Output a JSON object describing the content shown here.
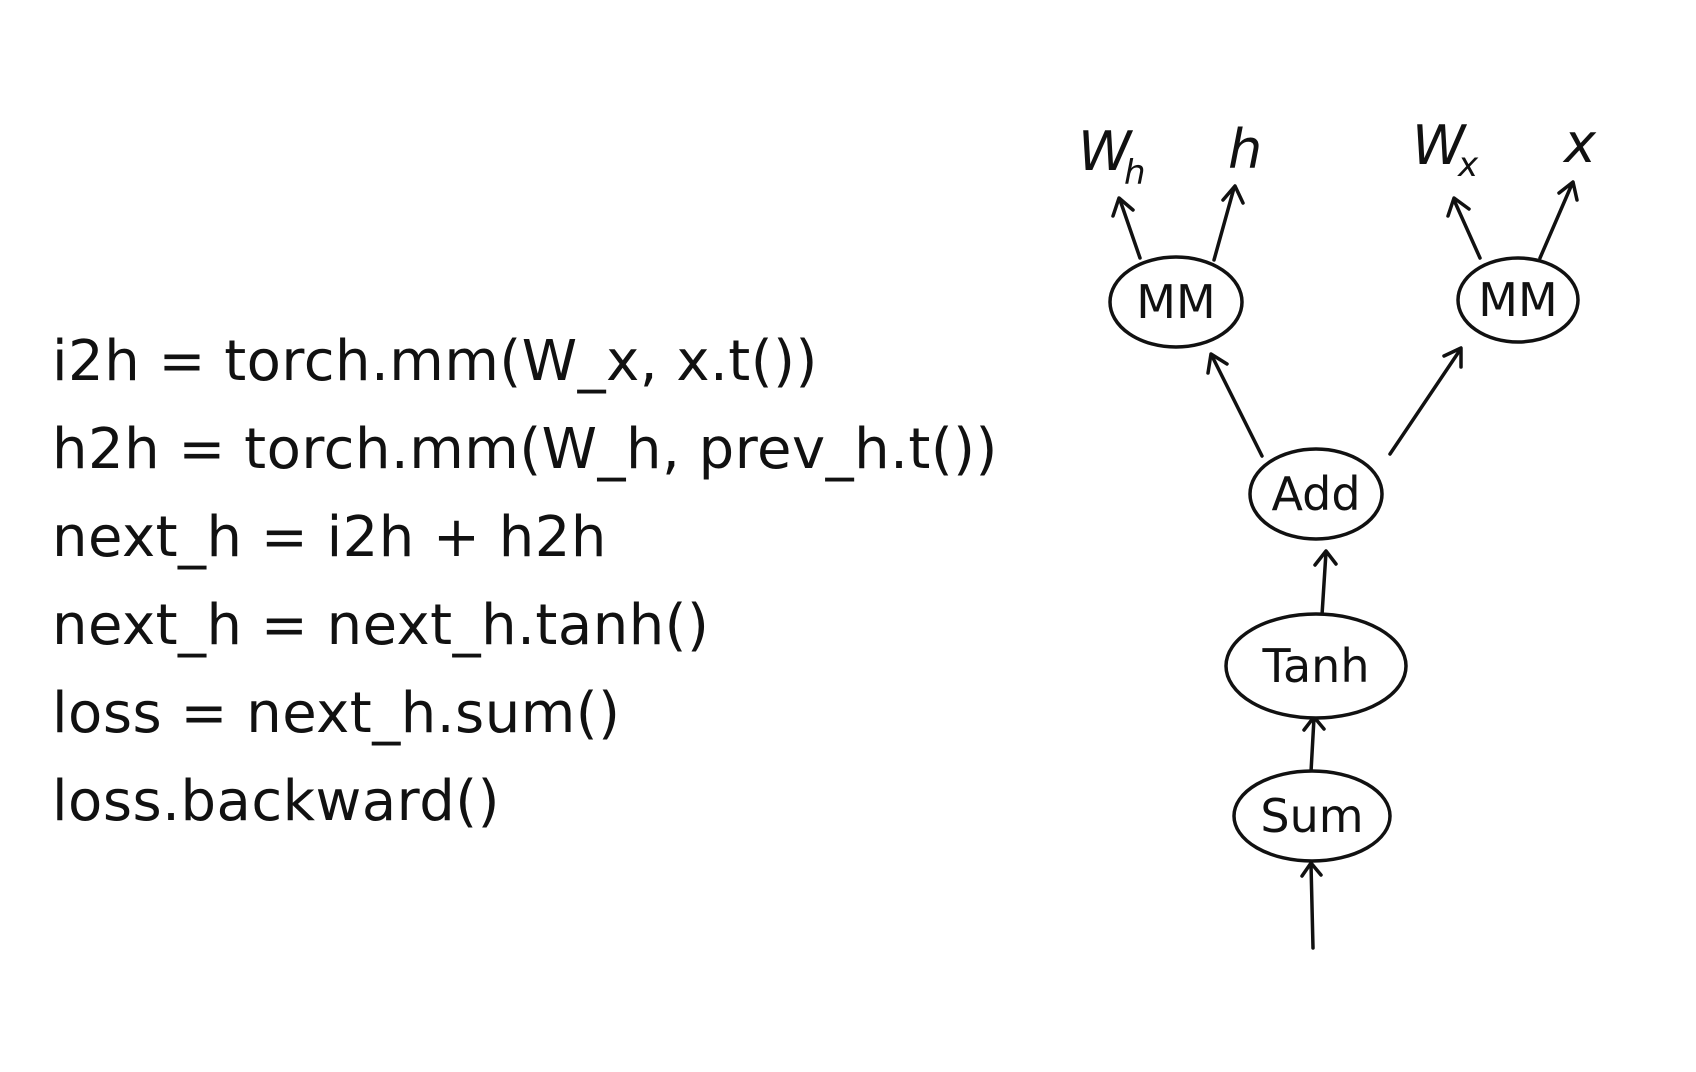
{
  "code": {
    "lines": [
      "i2h = torch.mm(W_x, x.t())",
      "h2h = torch.mm(W_h, prev_h.t())",
      "next_h = i2h + h2h",
      "next_h = next_h.tanh()",
      "loss = next_h.sum()",
      "loss.backward()"
    ]
  },
  "graph": {
    "nodes": {
      "mm_left": "MM",
      "mm_right": "MM",
      "add": "Add",
      "tanh": "Tanh",
      "sum": "Sum"
    },
    "leaves": {
      "w_h": {
        "base": "W",
        "sub": "h"
      },
      "h": {
        "base": "h"
      },
      "w_x": {
        "base": "W",
        "sub": "x"
      },
      "x": {
        "base": "x"
      }
    }
  }
}
